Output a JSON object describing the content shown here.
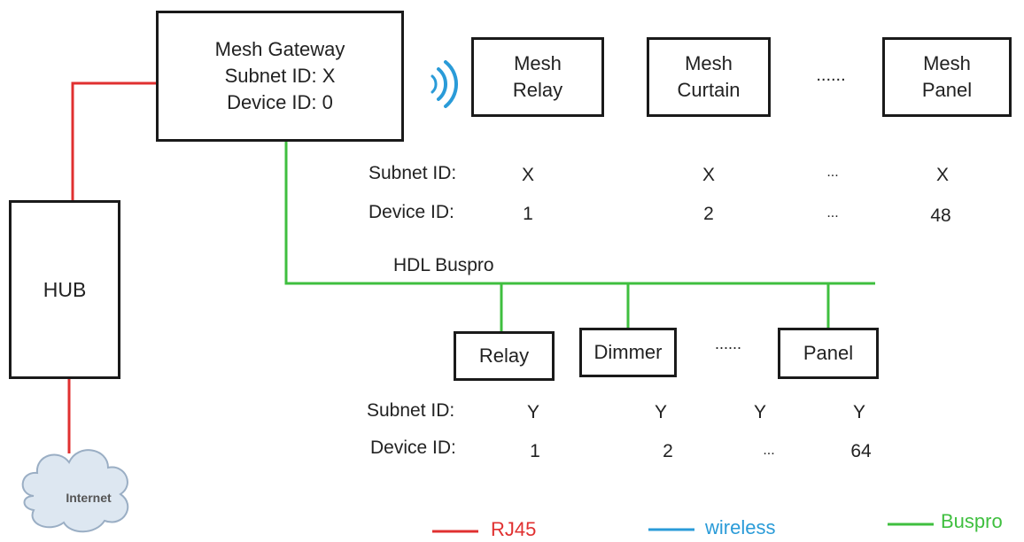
{
  "gateway": {
    "title": "Mesh Gateway",
    "subnet_label": "Subnet ID:",
    "subnet_value": "X",
    "device_label": "Device ID:",
    "device_value": "0"
  },
  "hub": {
    "label": "HUB"
  },
  "internet": {
    "label": "Internet"
  },
  "mesh_devices": {
    "relay": [
      "Mesh",
      "Relay"
    ],
    "curtain": [
      "Mesh",
      "Curtain"
    ],
    "ellipsis": "......",
    "panel": [
      "Mesh",
      "Panel"
    ],
    "subnet_label": "Subnet ID:",
    "device_label": "Device ID:",
    "subnet_values": [
      "X",
      "X",
      "...",
      "X"
    ],
    "device_values": [
      "1",
      "2",
      "...",
      "48"
    ]
  },
  "bus": {
    "label": "HDL Buspro"
  },
  "bus_devices": {
    "relay": "Relay",
    "dimmer": "Dimmer",
    "ellipsis": "......",
    "panel": "Panel",
    "subnet_label": "Subnet ID:",
    "device_label": "Device ID:",
    "subnet_values": [
      "Y",
      "Y",
      "Y",
      "Y"
    ],
    "device_values": [
      "1",
      "2",
      "...",
      "64"
    ]
  },
  "legend": {
    "rj45": "RJ45",
    "wireless": "wireless",
    "buspro": "Buspro"
  },
  "colors": {
    "rj45": "#e03030",
    "wireless": "#2a9bd8",
    "buspro": "#3fbf3f",
    "wifi_icon": "#2a9bd8"
  }
}
